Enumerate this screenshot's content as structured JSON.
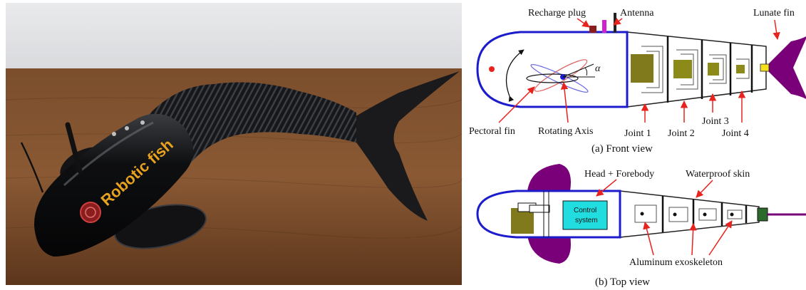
{
  "photo": {
    "decal_text": "Robotic fish"
  },
  "front_view": {
    "labels": {
      "recharge_plug": "Recharge plug",
      "antenna": "Antenna",
      "lunate_fin": "Lunate fin",
      "alpha": "α",
      "pectoral_fin": "Pectoral fin",
      "rotating_axis": "Rotating Axis",
      "joint_1": "Joint 1",
      "joint_2": "Joint 2",
      "joint_3": "Joint 3",
      "joint_4": "Joint 4"
    },
    "caption": "(a) Front view"
  },
  "top_view": {
    "labels": {
      "head_forebody": "Head + Forebody",
      "waterproof_skin": "Waterproof skin",
      "control_system_line1": "Control",
      "control_system_line2": "system",
      "aluminum_exoskeleton": "Aluminum exoskeleton"
    },
    "caption": "(b) Top view"
  },
  "colors": {
    "head_outline": "#1c1ccc",
    "arrow": "#e8231e",
    "fin": "#7a007a",
    "battery": "#807a1c",
    "control_box": "#22dde0",
    "battery_small": "#8c8a18",
    "pectoral_fin_red": "#e06060",
    "pectoral_fin_blue": "#6a6ae0"
  }
}
